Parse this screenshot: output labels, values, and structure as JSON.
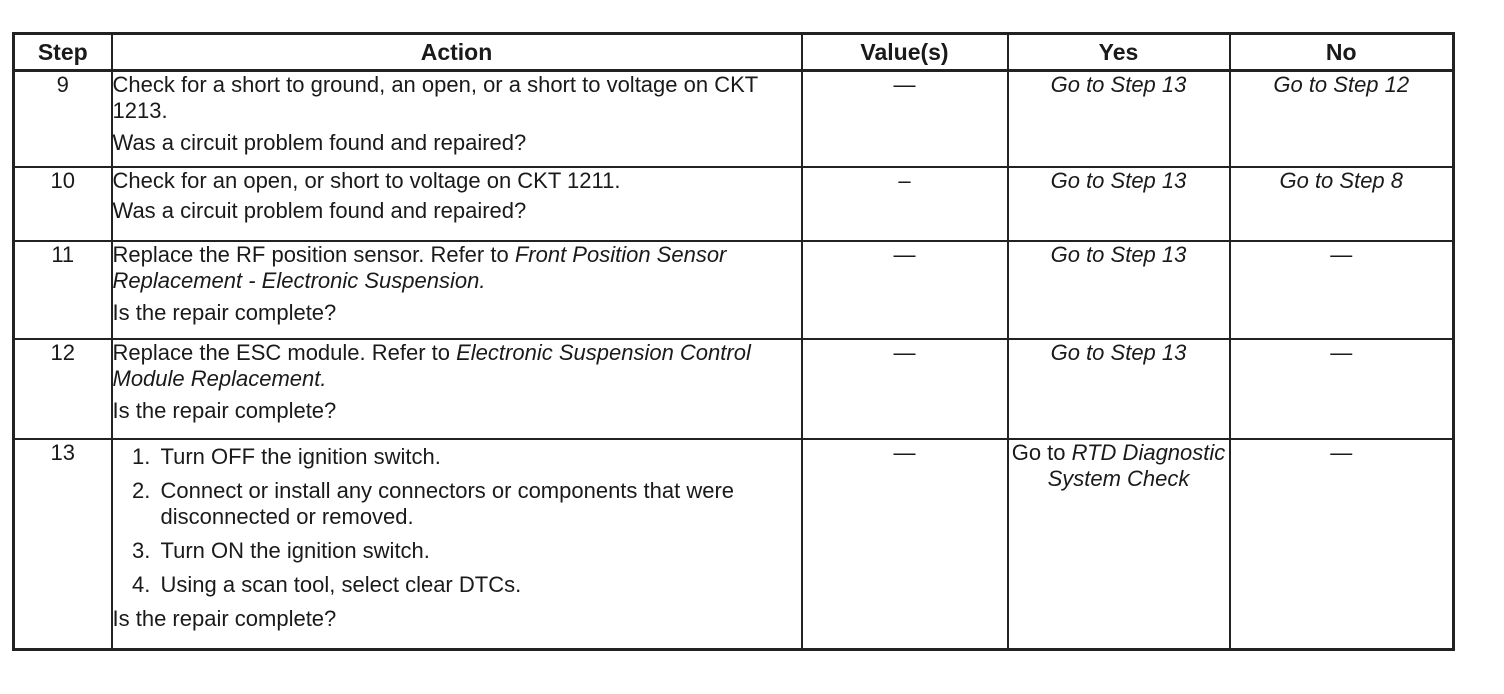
{
  "table": {
    "headers": {
      "step": "Step",
      "action": "Action",
      "values": "Value(s)",
      "yes": "Yes",
      "no": "No"
    },
    "rows": [
      {
        "step": "9",
        "action_text": "Check for a short to ground, an open, or a short to voltage on CKT 1213.",
        "question": "Was a circuit problem found and repaired?",
        "value": "—",
        "yes": "Go to Step 13",
        "no": "Go to Step 12"
      },
      {
        "step": "10",
        "action_text": "Check for an open, or short to voltage on CKT 1211.",
        "question": "Was a circuit problem found and repaired?",
        "value": "–",
        "yes": "Go to Step 13",
        "no": "Go to Step 8"
      },
      {
        "step": "11",
        "action_prefix": "Replace the RF position sensor. Refer to ",
        "action_ref": "Front Position Sensor Replacement - Electronic Suspension.",
        "question": "Is the repair complete?",
        "value": "—",
        "yes": "Go to Step 13",
        "no": "—"
      },
      {
        "step": "12",
        "action_prefix": "Replace the ESC module. Refer to ",
        "action_ref": "Electronic Suspension Control Module Replacement.",
        "question": "Is the repair complete?",
        "value": "—",
        "yes": "Go to Step 13",
        "no": "—"
      },
      {
        "step": "13",
        "list": [
          "Turn OFF the ignition switch.",
          "Connect or install any connectors or components that were disconnected or removed.",
          "Turn ON the ignition switch.",
          "Using a scan tool, select clear DTCs."
        ],
        "question": "Is the repair complete?",
        "value": "—",
        "yes_prefix": "Go to ",
        "yes_ref": "RTD Diagnostic System Check",
        "no": "—"
      }
    ]
  }
}
